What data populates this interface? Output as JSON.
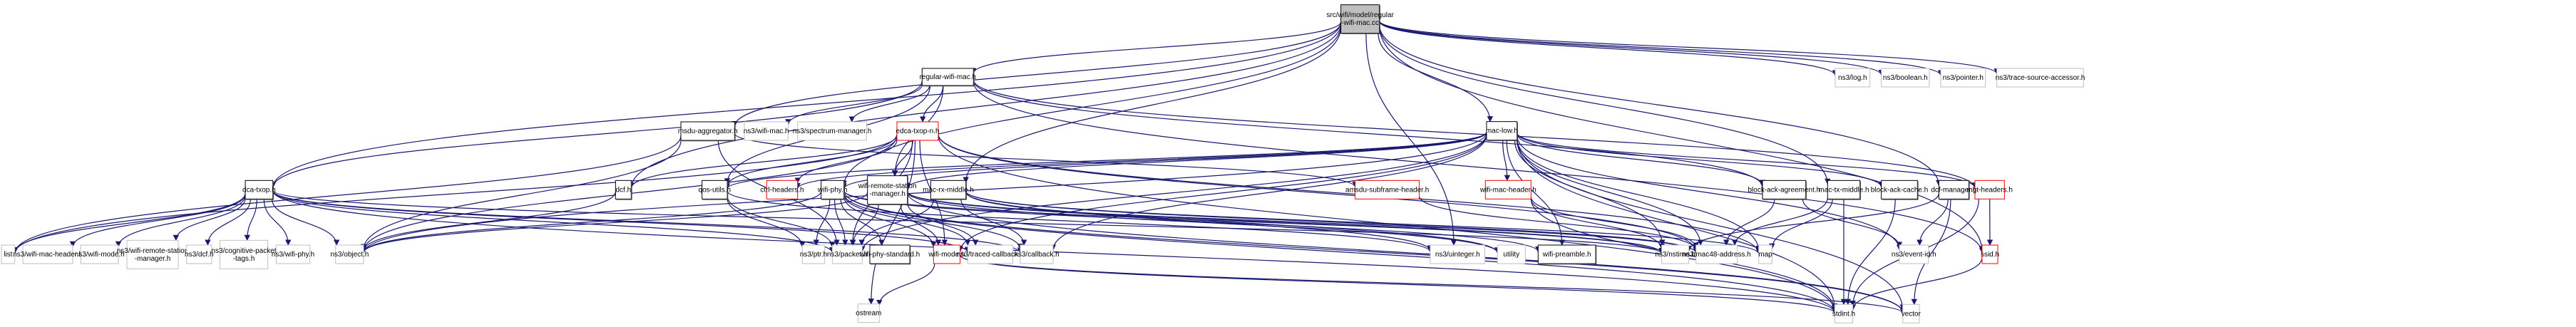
{
  "title": "Include dependency graph for src/wifi/model/regular-wifi-mac.cc",
  "colors": {
    "edge": "#191970",
    "root_fill": "#bfbfbf",
    "documented_border": "#000000",
    "undocumented_border": "#bfbfbf",
    "truncated_border": "#ff0000"
  },
  "nodes": [
    {
      "id": "root",
      "label": "src/wifi/model/regular\n-wifi-mac.cc",
      "kind": "root"
    },
    {
      "id": "regular-wifi-mac.h",
      "label": "regular-wifi-mac.h",
      "kind": "doc"
    },
    {
      "id": "ns3/log.h",
      "label": "ns3/log.h",
      "kind": "ext"
    },
    {
      "id": "ns3/boolean.h",
      "label": "ns3/boolean.h",
      "kind": "ext"
    },
    {
      "id": "ns3/pointer.h",
      "label": "ns3/pointer.h",
      "kind": "ext"
    },
    {
      "id": "ns3/trace-source-accessor.h",
      "label": "ns3/trace-source-accessor.h",
      "kind": "ext"
    },
    {
      "id": "msdu-aggregator.h",
      "label": "msdu-aggregator.h",
      "kind": "doc"
    },
    {
      "id": "ns3/wifi-mac.h",
      "label": "ns3/wifi-mac.h",
      "kind": "ext"
    },
    {
      "id": "ns3/spectrum-manager.h",
      "label": "ns3/spectrum-manager.h",
      "kind": "ext"
    },
    {
      "id": "edca-txop-n.h",
      "label": "edca-txop-n.h",
      "kind": "trunc"
    },
    {
      "id": "mac-low.h",
      "label": "mac-low.h",
      "kind": "doc"
    },
    {
      "id": "dca-txop.h",
      "label": "dca-txop.h",
      "kind": "doc"
    },
    {
      "id": "dcf.h",
      "label": "dcf.h",
      "kind": "doc"
    },
    {
      "id": "qos-utils.h",
      "label": "qos-utils.h",
      "kind": "doc"
    },
    {
      "id": "ctrl-headers.h",
      "label": "ctrl-headers.h",
      "kind": "trunc"
    },
    {
      "id": "wifi-phy.h",
      "label": "wifi-phy.h",
      "kind": "doc"
    },
    {
      "id": "wifi-remote-station-manager.h",
      "label": "wifi-remote-station\n-manager.h",
      "kind": "doc"
    },
    {
      "id": "mac-rx-middle.h",
      "label": "mac-rx-middle.h",
      "kind": "doc"
    },
    {
      "id": "amsdu-subframe-header.h",
      "label": "amsdu-subframe-header.h",
      "kind": "trunc"
    },
    {
      "id": "wifi-mac-header.h",
      "label": "wifi-mac-header.h",
      "kind": "trunc"
    },
    {
      "id": "block-ack-agreement.h",
      "label": "block-ack-agreement.h",
      "kind": "doc"
    },
    {
      "id": "mac-tx-middle.h",
      "label": "mac-tx-middle.h",
      "kind": "doc"
    },
    {
      "id": "block-ack-cache.h",
      "label": "block-ack-cache.h",
      "kind": "doc"
    },
    {
      "id": "dcf-manager.h",
      "label": "dcf-manager.h",
      "kind": "doc"
    },
    {
      "id": "mgt-headers.h",
      "label": "mgt-headers.h",
      "kind": "trunc"
    },
    {
      "id": "list",
      "label": "list",
      "kind": "ext"
    },
    {
      "id": "ns3/wifi-mac-header.h",
      "label": "ns3/wifi-mac-header.h",
      "kind": "ext"
    },
    {
      "id": "ns3/wifi-mode.h",
      "label": "ns3/wifi-mode.h",
      "kind": "ext"
    },
    {
      "id": "ns3/wifi-remote-station-manager.h",
      "label": "ns3/wifi-remote-station\n-manager.h",
      "kind": "ext"
    },
    {
      "id": "ns3/dcf.h",
      "label": "ns3/dcf.h",
      "kind": "ext"
    },
    {
      "id": "ns3/cognitive-packet-tags.h",
      "label": "ns3/cognitive-packet\n-tags.h",
      "kind": "ext"
    },
    {
      "id": "ns3/wifi-phy.h",
      "label": "ns3/wifi-phy.h",
      "kind": "ext"
    },
    {
      "id": "ns3/object.h",
      "label": "ns3/object.h",
      "kind": "ext"
    },
    {
      "id": "ns3/ptr.h",
      "label": "ns3/ptr.h",
      "kind": "ext"
    },
    {
      "id": "ns3/packet.h",
      "label": "ns3/packet.h",
      "kind": "ext"
    },
    {
      "id": "wifi-phy-standard.h",
      "label": "wifi-phy-standard.h",
      "kind": "doc"
    },
    {
      "id": "wifi-mode.h",
      "label": "wifi-mode.h",
      "kind": "trunc"
    },
    {
      "id": "ns3/traced-callback.h",
      "label": "ns3/traced-callback.h",
      "kind": "ext"
    },
    {
      "id": "ns3/callback.h",
      "label": "ns3/callback.h",
      "kind": "ext"
    },
    {
      "id": "ns3/uinteger.h",
      "label": "ns3/uinteger.h",
      "kind": "ext"
    },
    {
      "id": "utility",
      "label": "utility",
      "kind": "ext"
    },
    {
      "id": "wifi-preamble.h",
      "label": "wifi-preamble.h",
      "kind": "doc"
    },
    {
      "id": "ns3/nstime.h",
      "label": "ns3/nstime.h",
      "kind": "ext"
    },
    {
      "id": "ns3/mac48-address.h",
      "label": "ns3/mac48-address.h",
      "kind": "ext"
    },
    {
      "id": "map",
      "label": "map",
      "kind": "ext"
    },
    {
      "id": "ns3/event-id.h",
      "label": "ns3/event-id.h",
      "kind": "ext"
    },
    {
      "id": "ssid.h",
      "label": "ssid.h",
      "kind": "trunc"
    },
    {
      "id": "ostream",
      "label": "ostream",
      "kind": "ext"
    },
    {
      "id": "stdint.h",
      "label": "stdint.h",
      "kind": "ext"
    },
    {
      "id": "vector",
      "label": "vector",
      "kind": "ext"
    }
  ],
  "edges": [
    [
      "root",
      "regular-wifi-mac.h"
    ],
    [
      "root",
      "ns3/log.h"
    ],
    [
      "root",
      "ns3/boolean.h"
    ],
    [
      "root",
      "ns3/pointer.h"
    ],
    [
      "root",
      "ns3/trace-source-accessor.h"
    ],
    [
      "root",
      "mac-low.h"
    ],
    [
      "root",
      "dca-txop.h"
    ],
    [
      "root",
      "msdu-aggregator.h"
    ],
    [
      "root",
      "dcf.h"
    ],
    [
      "root",
      "wifi-phy.h"
    ],
    [
      "root",
      "mac-rx-middle.h"
    ],
    [
      "root",
      "ns3/uinteger.h"
    ],
    [
      "root",
      "mac-tx-middle.h"
    ],
    [
      "root",
      "dcf-manager.h"
    ],
    [
      "root",
      "ssid.h"
    ],
    [
      "regular-wifi-mac.h",
      "ns3/wifi-mac.h"
    ],
    [
      "regular-wifi-mac.h",
      "ns3/spectrum-manager.h"
    ],
    [
      "regular-wifi-mac.h",
      "edca-txop-n.h"
    ],
    [
      "regular-wifi-mac.h",
      "dca-txop.h"
    ],
    [
      "regular-wifi-mac.h",
      "qos-utils.h"
    ],
    [
      "regular-wifi-mac.h",
      "wifi-remote-station-manager.h"
    ],
    [
      "regular-wifi-mac.h",
      "block-ack-agreement.h"
    ],
    [
      "regular-wifi-mac.h",
      "ssid.h"
    ],
    [
      "regular-wifi-mac.h",
      "mgt-headers.h"
    ],
    [
      "msdu-aggregator.h",
      "ns3/packet.h"
    ],
    [
      "msdu-aggregator.h",
      "ns3/object.h"
    ],
    [
      "msdu-aggregator.h",
      "list"
    ],
    [
      "msdu-aggregator.h",
      "amsdu-subframe-header.h"
    ],
    [
      "edca-txop-n.h",
      "dcf.h"
    ],
    [
      "edca-txop-n.h",
      "qos-utils.h"
    ],
    [
      "edca-txop-n.h",
      "ctrl-headers.h"
    ],
    [
      "edca-txop-n.h",
      "wifi-remote-station-manager.h"
    ],
    [
      "edca-txop-n.h",
      "wifi-mode.h"
    ],
    [
      "edca-txop-n.h",
      "ns3/object.h"
    ],
    [
      "edca-txop-n.h",
      "ns3/packet.h"
    ],
    [
      "edca-txop-n.h",
      "ns3/mac48-address.h"
    ],
    [
      "edca-txop-n.h",
      "map"
    ],
    [
      "edca-txop-n.h",
      "list"
    ],
    [
      "edca-txop-n.h",
      "stdint.h"
    ],
    [
      "edca-txop-n.h",
      "ostream"
    ],
    [
      "mac-low.h",
      "wifi-mac-header.h"
    ],
    [
      "mac-low.h",
      "wifi-mode.h"
    ],
    [
      "mac-low.h",
      "wifi-preamble.h"
    ],
    [
      "mac-low.h",
      "wifi-remote-station-manager.h"
    ],
    [
      "mac-low.h",
      "ctrl-headers.h"
    ],
    [
      "mac-low.h",
      "mgt-headers.h"
    ],
    [
      "mac-low.h",
      "block-ack-agreement.h"
    ],
    [
      "mac-low.h",
      "block-ack-cache.h"
    ],
    [
      "mac-low.h",
      "qos-utils.h"
    ],
    [
      "mac-low.h",
      "wifi-phy.h"
    ],
    [
      "mac-low.h",
      "ns3/nstime.h"
    ],
    [
      "mac-low.h",
      "ns3/mac48-address.h"
    ],
    [
      "mac-low.h",
      "ns3/callback.h"
    ],
    [
      "mac-low.h",
      "ns3/event-id.h"
    ],
    [
      "mac-low.h",
      "ns3/packet.h"
    ],
    [
      "mac-low.h",
      "ns3/object.h"
    ],
    [
      "mac-low.h",
      "map"
    ],
    [
      "mac-low.h",
      "vector"
    ],
    [
      "mac-low.h",
      "stdint.h"
    ],
    [
      "dca-txop.h",
      "list"
    ],
    [
      "dca-txop.h",
      "ns3/wifi-mac-header.h"
    ],
    [
      "dca-txop.h",
      "ns3/wifi-mode.h"
    ],
    [
      "dca-txop.h",
      "ns3/wifi-remote-station-manager.h"
    ],
    [
      "dca-txop.h",
      "ns3/dcf.h"
    ],
    [
      "dca-txop.h",
      "ns3/cognitive-packet-tags.h"
    ],
    [
      "dca-txop.h",
      "ns3/wifi-phy.h"
    ],
    [
      "dca-txop.h",
      "ns3/object.h"
    ],
    [
      "dca-txop.h",
      "ns3/callback.h"
    ],
    [
      "dca-txop.h",
      "ns3/traced-callback.h"
    ],
    [
      "dca-txop.h",
      "ns3/packet.h"
    ],
    [
      "dca-txop.h",
      "ns3/nstime.h"
    ],
    [
      "dca-txop.h",
      "stdint.h"
    ],
    [
      "dcf.h",
      "ns3/object.h"
    ],
    [
      "qos-utils.h",
      "ns3/ptr.h"
    ],
    [
      "qos-utils.h",
      "ns3/packet.h"
    ],
    [
      "qos-utils.h",
      "ns3/uinteger.h"
    ],
    [
      "wifi-phy.h",
      "ns3/ptr.h"
    ],
    [
      "wifi-phy.h",
      "ns3/packet.h"
    ],
    [
      "wifi-phy.h",
      "wifi-phy-standard.h"
    ],
    [
      "wifi-phy.h",
      "wifi-mode.h"
    ],
    [
      "wifi-phy.h",
      "ns3/callback.h"
    ],
    [
      "wifi-phy.h",
      "wifi-preamble.h"
    ],
    [
      "wifi-phy.h",
      "ns3/object.h"
    ],
    [
      "wifi-phy.h",
      "ns3/nstime.h"
    ],
    [
      "wifi-phy.h",
      "ns3/traced-callback.h"
    ],
    [
      "wifi-phy.h",
      "stdint.h"
    ],
    [
      "wifi-phy.h",
      "vector"
    ],
    [
      "wifi-remote-station-manager.h",
      "wifi-mode.h"
    ],
    [
      "wifi-remote-station-manager.h",
      "ns3/traced-callback.h"
    ],
    [
      "wifi-remote-station-manager.h",
      "ns3/packet.h"
    ],
    [
      "wifi-remote-station-manager.h",
      "ns3/mac48-address.h"
    ],
    [
      "wifi-remote-station-manager.h",
      "ns3/object.h"
    ],
    [
      "wifi-remote-station-manager.h",
      "ns3/nstime.h"
    ],
    [
      "wifi-remote-station-manager.h",
      "utility"
    ],
    [
      "wifi-remote-station-manager.h",
      "vector"
    ],
    [
      "mac-rx-middle.h",
      "ns3/callback.h"
    ],
    [
      "mac-rx-middle.h",
      "ns3/packet.h"
    ],
    [
      "mac-rx-middle.h",
      "ns3/mac48-address.h"
    ],
    [
      "mac-rx-middle.h",
      "map"
    ],
    [
      "mac-rx-middle.h",
      "utility"
    ],
    [
      "mac-rx-middle.h",
      "ns3/uinteger.h"
    ],
    [
      "amsdu-subframe-header.h",
      "ns3/mac48-address.h"
    ],
    [
      "wifi-mac-header.h",
      "ns3/nstime.h"
    ],
    [
      "wifi-mac-header.h",
      "ns3/mac48-address.h"
    ],
    [
      "wifi-mac-header.h",
      "stdint.h"
    ],
    [
      "block-ack-agreement.h",
      "ns3/mac48-address.h"
    ],
    [
      "block-ack-agreement.h",
      "ns3/event-id.h"
    ],
    [
      "mac-tx-middle.h",
      "map"
    ],
    [
      "mac-tx-middle.h",
      "ns3/mac48-address.h"
    ],
    [
      "mac-tx-middle.h",
      "stdint.h"
    ],
    [
      "block-ack-cache.h",
      "stdint.h"
    ],
    [
      "dcf-manager.h",
      "ns3/nstime.h"
    ],
    [
      "dcf-manager.h",
      "ns3/event-id.h"
    ],
    [
      "dcf-manager.h",
      "vector"
    ],
    [
      "mgt-headers.h",
      "ssid.h"
    ],
    [
      "mgt-headers.h",
      "stdint.h"
    ],
    [
      "ssid.h",
      "stdint.h"
    ],
    [
      "wifi-mode.h",
      "ostream"
    ],
    [
      "wifi-mode.h",
      "stdint.h"
    ],
    [
      "wifi-mode.h",
      "vector"
    ]
  ]
}
